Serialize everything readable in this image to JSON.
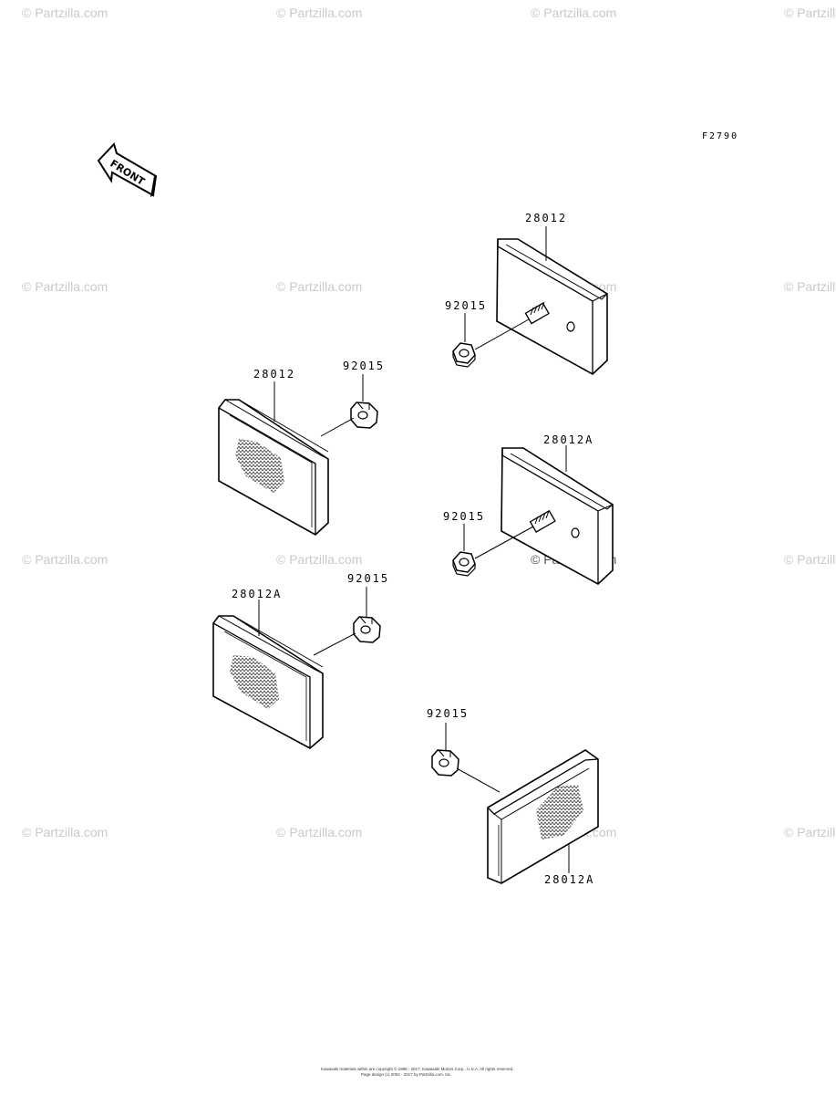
{
  "diagram": {
    "code": "F2790",
    "front_label": "FRONT",
    "watermark": "© Partzilla.com",
    "copyright_line1": "Kawasaki materials within are copyright © 1988 - 2017, Kawasaki Motors Corp., U.S.A. All rights reserved.",
    "copyright_line2": "Page design (c) 2002 - 2017 by Partzilla.com, Inc."
  },
  "parts": [
    {
      "id": "reflector-upper-right",
      "number": "28012"
    },
    {
      "id": "nut-upper-right",
      "number": "92015"
    },
    {
      "id": "reflector-upper-left",
      "number": "28012"
    },
    {
      "id": "nut-upper-left",
      "number": "92015"
    },
    {
      "id": "reflector-middle-right",
      "number": "28012A"
    },
    {
      "id": "nut-middle-right",
      "number": "92015"
    },
    {
      "id": "reflector-lower-left",
      "number": "28012A"
    },
    {
      "id": "nut-lower-left",
      "number": "92015"
    },
    {
      "id": "nut-bottom-right",
      "number": "92015"
    },
    {
      "id": "reflector-bottom-right",
      "number": "28012A"
    }
  ]
}
